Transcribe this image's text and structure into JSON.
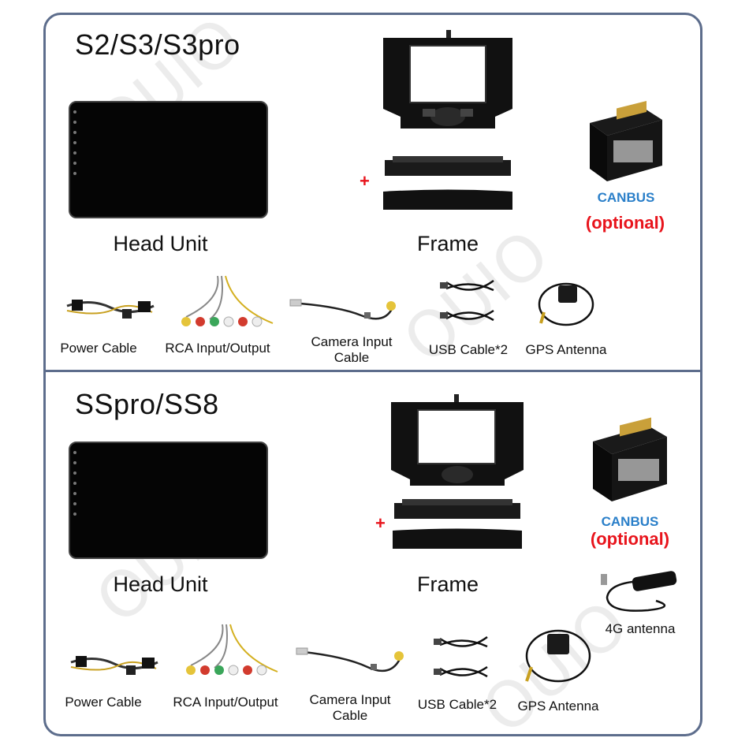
{
  "sections": [
    {
      "title": "S2/S3/S3pro",
      "head_unit_label": "Head Unit",
      "frame_label": "Frame",
      "plus": "+",
      "canbus": "CANBUS",
      "optional": "(optional)",
      "accessories": {
        "power_cable": "Power Cable",
        "rca": "RCA Input/Output",
        "camera_line1": "Camera Input",
        "camera_line2": "Cable",
        "usb": "USB Cable*2",
        "gps": "GPS Antenna"
      }
    },
    {
      "title": "SSpro/SS8",
      "head_unit_label": "Head Unit",
      "frame_label": "Frame",
      "plus": "+",
      "canbus": "CANBUS",
      "optional": "(optional)",
      "antenna_4g": "4G antenna",
      "accessories": {
        "power_cable": "Power Cable",
        "rca": "RCA Input/Output",
        "camera_line1": "Camera Input",
        "camera_line2": "Cable",
        "usb": "USB Cable*2",
        "gps": "GPS Antenna"
      }
    }
  ],
  "colors": {
    "border": "#5d6d8c",
    "canbus": "#2a7fc9",
    "optional": "#e8141c"
  }
}
